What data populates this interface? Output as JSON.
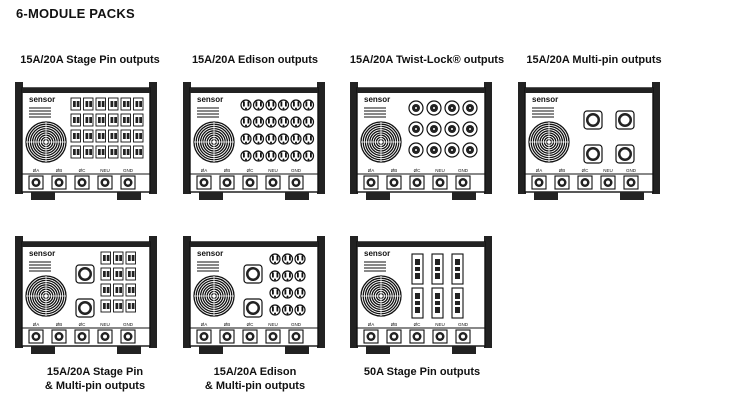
{
  "page": {
    "heading": "6-MODULE PACKS"
  },
  "brand": "sensor",
  "jack_labels": [
    "ØA",
    "ØB",
    "ØC",
    "NEU",
    "GND"
  ],
  "packs": [
    {
      "id": "stage-pin",
      "caption_lines": [
        "15A/20A Stage Pin outputs"
      ],
      "outlet_type": "stage-pin"
    },
    {
      "id": "edison",
      "caption_lines": [
        "15A/20A Edison outputs"
      ],
      "outlet_type": "edison"
    },
    {
      "id": "twist-lock",
      "caption_lines": [
        "15A/20A Twist-Lock® outputs"
      ],
      "outlet_type": "twist-lock"
    },
    {
      "id": "multi-pin",
      "caption_lines": [
        "15A/20A Multi-pin outputs"
      ],
      "outlet_type": "multi-pin"
    },
    {
      "id": "stage-pin-multi",
      "caption_lines": [
        "15A/20A Stage Pin",
        "& Multi-pin outputs"
      ],
      "outlet_type": "stage-pin-multi"
    },
    {
      "id": "edison-multi",
      "caption_lines": [
        "15A/20A Edison",
        "& Multi-pin outputs"
      ],
      "outlet_type": "edison-multi"
    },
    {
      "id": "50a-stage-pin",
      "caption_lines": [
        "50A Stage Pin outputs"
      ],
      "outlet_type": "50a"
    }
  ]
}
